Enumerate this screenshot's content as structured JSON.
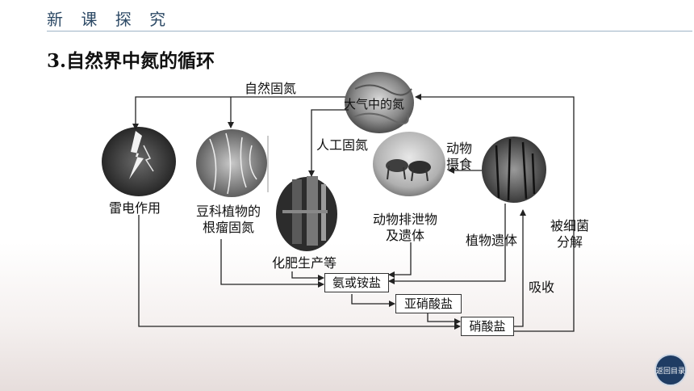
{
  "header": {
    "section": "新 课 探 究"
  },
  "title": "3.自然界中氮的循环",
  "diagram": {
    "nodes": {
      "atmosphere": "大气中的氮",
      "lightning": "雷电作用",
      "legume": "豆科植物的\n根瘤固氮",
      "fertilizer": "化肥生产等",
      "animal_waste": "动物排泄物\n及遗体",
      "plant_remains": "植物遗体"
    },
    "edges": {
      "natural_fixation": "自然固氮",
      "artificial_fixation": "人工固氮",
      "animal_feeding": "动物\n摄食",
      "absorption": "吸收",
      "bacteria": "被细菌\n分解"
    },
    "boxes": {
      "ammonium": "氨或铵盐",
      "nitrite": "亚硝酸盐",
      "nitrate": "硝酸盐"
    }
  },
  "nav": {
    "back_label": "返回目录"
  }
}
